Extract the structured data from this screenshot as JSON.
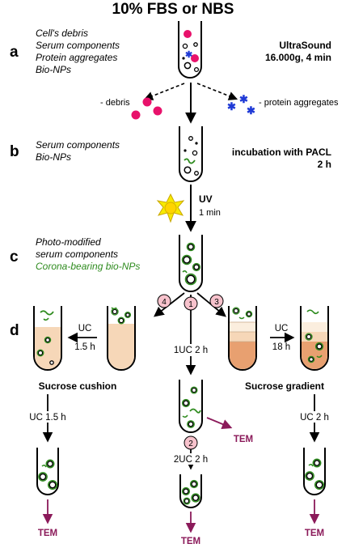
{
  "title": "10% FBS or NBS",
  "colors": {
    "corona_green": "#2e8b1e",
    "tem_purple": "#8b1a5a",
    "debris_pink": "#e8116b",
    "aggregate_blue": "#1f3ad6",
    "sucrose_light": "#f6d7b8",
    "sucrose_dark": "#e8a070",
    "uv_yellow": "#f7ea00"
  },
  "steps": {
    "a": {
      "label": "a",
      "lines": [
        "Cell's debris",
        "Serum components",
        "Protein aggregates",
        "Bio-NPs"
      ],
      "condition_lines": [
        "UltraSound",
        "16.000g, 4 min"
      ]
    },
    "debris_label": "- debris",
    "aggregates_label": "- protein aggregates",
    "b": {
      "label": "b",
      "lines": [
        "Serum components",
        "Bio-NPs"
      ],
      "condition_lines": [
        "incubation with PACL",
        "2 h"
      ]
    },
    "uv": {
      "label": "UV",
      "time": "1 min"
    },
    "c": {
      "label": "c",
      "lines": [
        "Photo-modified",
        "serum components"
      ],
      "highlight": "Corona-bearing bio-NPs"
    },
    "d": {
      "label": "d",
      "route_numbers": [
        "4",
        "1",
        "3",
        "2"
      ],
      "left": {
        "uc_label": "UC",
        "uc_time": "1.5 h",
        "name": "Sucrose cushion",
        "second_uc": "UC 1.5 h",
        "tem": "TEM"
      },
      "center": {
        "first_uc": "1UC 2 h",
        "mid_tem": "TEM",
        "second_uc": "2UC 2 h",
        "tem": "TEM"
      },
      "right": {
        "uc_label": "UC",
        "uc_time": "18 h",
        "name": "Sucrose gradient",
        "second_uc": "UC 2 h",
        "tem": "TEM"
      }
    }
  }
}
